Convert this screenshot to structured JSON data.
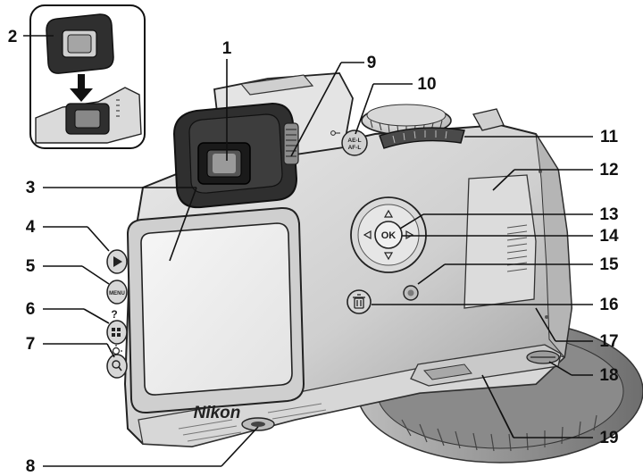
{
  "brand": "Nikon",
  "buttons": {
    "ok": "OK",
    "menu": "MENU",
    "help": "?",
    "ael": "AE-L",
    "ael2": "AF-L"
  },
  "callouts": {
    "c1": "1",
    "c2": "2",
    "c3": "3",
    "c4": "4",
    "c5": "5",
    "c6": "6",
    "c7": "7",
    "c8": "8",
    "c9": "9",
    "c10": "10",
    "c11": "11",
    "c12": "12",
    "c13": "13",
    "c14": "14",
    "c15": "15",
    "c16": "16",
    "c17": "17",
    "c18": "18",
    "c19": "19"
  }
}
